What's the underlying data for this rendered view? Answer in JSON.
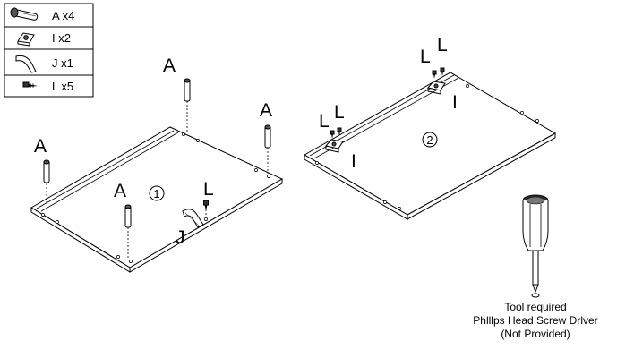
{
  "parts_legend": [
    {
      "icon": "dowel-pin-icon",
      "text": "A x4"
    },
    {
      "icon": "cam-lock-bracket-icon",
      "text": "I x2"
    },
    {
      "icon": "curved-bracket-icon",
      "text": "J x1"
    },
    {
      "icon": "screw-icon",
      "text": "L x5"
    }
  ],
  "step1": {
    "number": "1",
    "labels": {
      "A": "A",
      "J": "J",
      "L": "L"
    }
  },
  "step2": {
    "number": "2",
    "labels": {
      "L": "L",
      "I": "I"
    }
  },
  "tool": {
    "icon": "phillips-screwdriver-icon",
    "line1": "Tool required",
    "line2": "Phlllps Head Screw Drlver",
    "line3": "(Not Provided)"
  },
  "colors": {
    "line": "#000000",
    "background": "#ffffff"
  }
}
